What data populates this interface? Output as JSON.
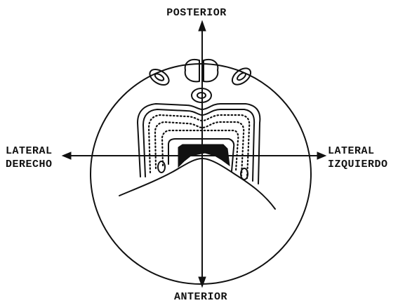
{
  "labels": {
    "top": "POSTERIOR",
    "bottom": "ANTERIOR",
    "left_line1": "LATERAL",
    "left_line2": "DERECHO",
    "right_line1": "LATERAL",
    "right_line2": "IZQUIERDO"
  },
  "colors": {
    "ink": "#111111",
    "background": "#ffffff"
  }
}
